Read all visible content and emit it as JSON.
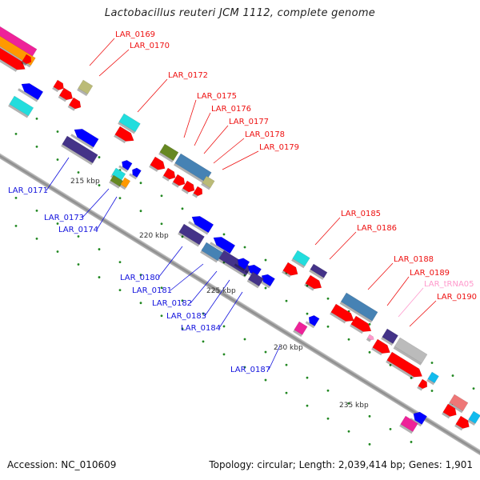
{
  "title": "Lactobacillus reuteri JCM 1112, complete genome",
  "footer": {
    "accession": "Accession: NC_010609",
    "summary": "Topology: circular; Length: 2,039,414 bp; Genes: 1,901"
  },
  "colors": {
    "backbone": "#999999",
    "tick": "#228822",
    "forward_label": "#ee1111",
    "reverse_label": "#1111dd",
    "trna_label": "#ff99cc"
  },
  "scale_labels": [
    "215 kbp",
    "220 kbp",
    "225 kbp",
    "230 kbp",
    "235 kbp"
  ],
  "forward_labels": [
    {
      "text": "LAR_0169"
    },
    {
      "text": "LAR_0170"
    },
    {
      "text": "LAR_0172"
    },
    {
      "text": "LAR_0175"
    },
    {
      "text": "LAR_0176"
    },
    {
      "text": "LAR_0177"
    },
    {
      "text": "LAR_0178"
    },
    {
      "text": "LAR_0179"
    },
    {
      "text": "LAR_0185"
    },
    {
      "text": "LAR_0186"
    },
    {
      "text": "LAR_0188"
    },
    {
      "text": "LAR_0189"
    },
    {
      "text": "LAR_tRNA05",
      "type": "trna"
    },
    {
      "text": "LAR_0190"
    }
  ],
  "reverse_labels": [
    {
      "text": "LAR_0171"
    },
    {
      "text": "LAR_0173"
    },
    {
      "text": "LAR_0174"
    },
    {
      "text": "LAR_0180"
    },
    {
      "text": "LAR_0181"
    },
    {
      "text": "LAR_0182"
    },
    {
      "text": "LAR_0183"
    },
    {
      "text": "LAR_0184"
    },
    {
      "text": "LAR_0187"
    }
  ],
  "feature_colors": {
    "red": "#ff0000",
    "blue": "#0000ff",
    "cyan": "#22dddd",
    "khaki": "#bbbb77",
    "olive": "#668822",
    "steel": "#4682b4",
    "indigo": "#443388",
    "magenta": "#ee2299",
    "orange": "#ff9900",
    "pink": "#ff99cc",
    "grey": "#bbbbbb",
    "skyblue": "#11bbee",
    "salmon": "#ee7777"
  }
}
